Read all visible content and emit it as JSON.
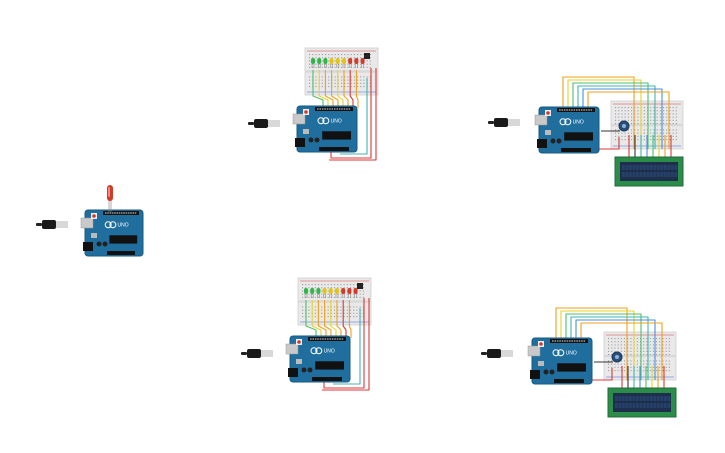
{
  "canvas": {
    "background": "#ffffff",
    "circuits": [
      {
        "id": "circuit-1",
        "kind": "arduino-single-led",
        "board_label": "UNO",
        "led_colors": [
          "#d23a2a"
        ]
      },
      {
        "id": "circuit-2",
        "kind": "arduino-led-bar",
        "board_label": "UNO",
        "led_colors": [
          "#2fb54a",
          "#2fb54a",
          "#2fb54a",
          "#e3c41c",
          "#e3c41c",
          "#e3c41c",
          "#d23a2a",
          "#d23a2a",
          "#d23a2a"
        ]
      },
      {
        "id": "circuit-3",
        "kind": "arduino-led-bar",
        "board_label": "UNO",
        "led_colors": [
          "#2fb54a",
          "#2fb54a",
          "#2fb54a",
          "#e3c41c",
          "#e3c41c",
          "#e3c41c",
          "#d23a2a",
          "#d23a2a",
          "#d23a2a"
        ]
      },
      {
        "id": "circuit-4",
        "kind": "arduino-lcd",
        "board_label": "UNO"
      },
      {
        "id": "circuit-5",
        "kind": "arduino-lcd",
        "board_label": "UNO"
      }
    ],
    "colors": {
      "board": "#1f6e9e",
      "board_dark": "#175a82",
      "breadboard": "#e9e9e9",
      "lcd_frame": "#2c8c4a",
      "lcd_screen": "#1d2f4a",
      "wire_red": "#d83a3a",
      "wire_orange": "#f0a01e",
      "wire_yellow": "#e8d22a",
      "wire_green": "#4cc06a",
      "wire_teal": "#3fb6b0",
      "wire_blue": "#4a8fd8",
      "wire_black": "#333333"
    }
  }
}
